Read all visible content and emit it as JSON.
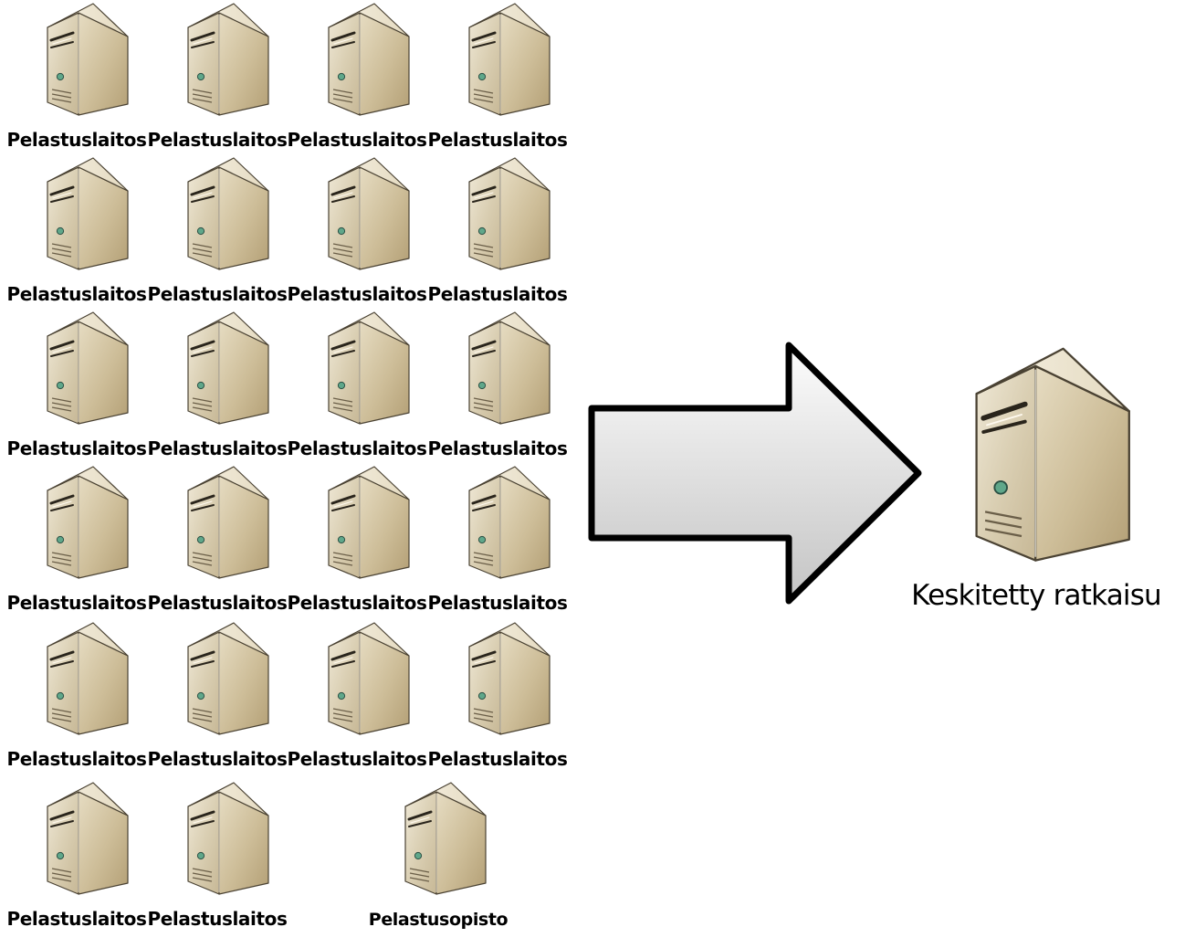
{
  "source_nodes": [
    {
      "label": "Pelastuslaitos"
    },
    {
      "label": "Pelastuslaitos"
    },
    {
      "label": "Pelastuslaitos"
    },
    {
      "label": "Pelastuslaitos"
    },
    {
      "label": "Pelastuslaitos"
    },
    {
      "label": "Pelastuslaitos"
    },
    {
      "label": "Pelastuslaitos"
    },
    {
      "label": "Pelastuslaitos"
    },
    {
      "label": "Pelastuslaitos"
    },
    {
      "label": "Pelastuslaitos"
    },
    {
      "label": "Pelastuslaitos"
    },
    {
      "label": "Pelastuslaitos"
    },
    {
      "label": "Pelastuslaitos"
    },
    {
      "label": "Pelastuslaitos"
    },
    {
      "label": "Pelastuslaitos"
    },
    {
      "label": "Pelastuslaitos"
    },
    {
      "label": "Pelastuslaitos"
    },
    {
      "label": "Pelastuslaitos"
    },
    {
      "label": "Pelastuslaitos"
    },
    {
      "label": "Pelastuslaitos"
    },
    {
      "label": "Pelastuslaitos"
    },
    {
      "label": "Pelastuslaitos"
    },
    {
      "label": "Pelastusopisto"
    }
  ],
  "target_node": {
    "label": "Keskitetty ratkaisu"
  },
  "icon": "server-tower-icon",
  "colors": {
    "server_front": "#d8ccb0",
    "server_side": "#b8a57f",
    "server_top": "#f0e9d8",
    "arrow_fill_light": "#fafafa",
    "arrow_fill_dark": "#c8c8c8",
    "outline": "#000000"
  }
}
